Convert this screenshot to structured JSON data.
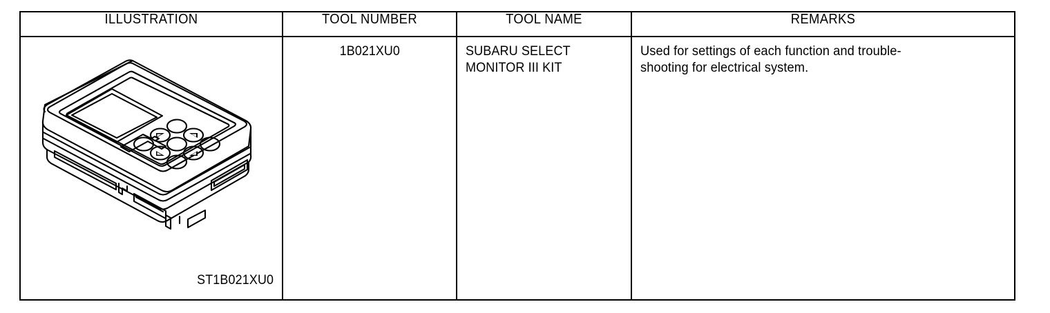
{
  "table": {
    "columns": [
      {
        "key": "illustration",
        "label": "ILLUSTRATION"
      },
      {
        "key": "tool_number",
        "label": "TOOL NUMBER"
      },
      {
        "key": "tool_name",
        "label": "TOOL NAME"
      },
      {
        "key": "remarks",
        "label": "REMARKS"
      }
    ],
    "rows": [
      {
        "illustration": {
          "caption": "ST1B021XU0",
          "alt": "subaru-select-monitor-handheld-device-line-drawing"
        },
        "tool_number": "1B021XU0",
        "tool_name_line1": "SUBARU SELECT",
        "tool_name_line2": "MONITOR III KIT",
        "remarks_line1": "Used for settings of each function and trouble-",
        "remarks_line2": "shooting for electrical system."
      }
    ]
  },
  "style": {
    "line_color": "#000000",
    "background": "#ffffff"
  }
}
